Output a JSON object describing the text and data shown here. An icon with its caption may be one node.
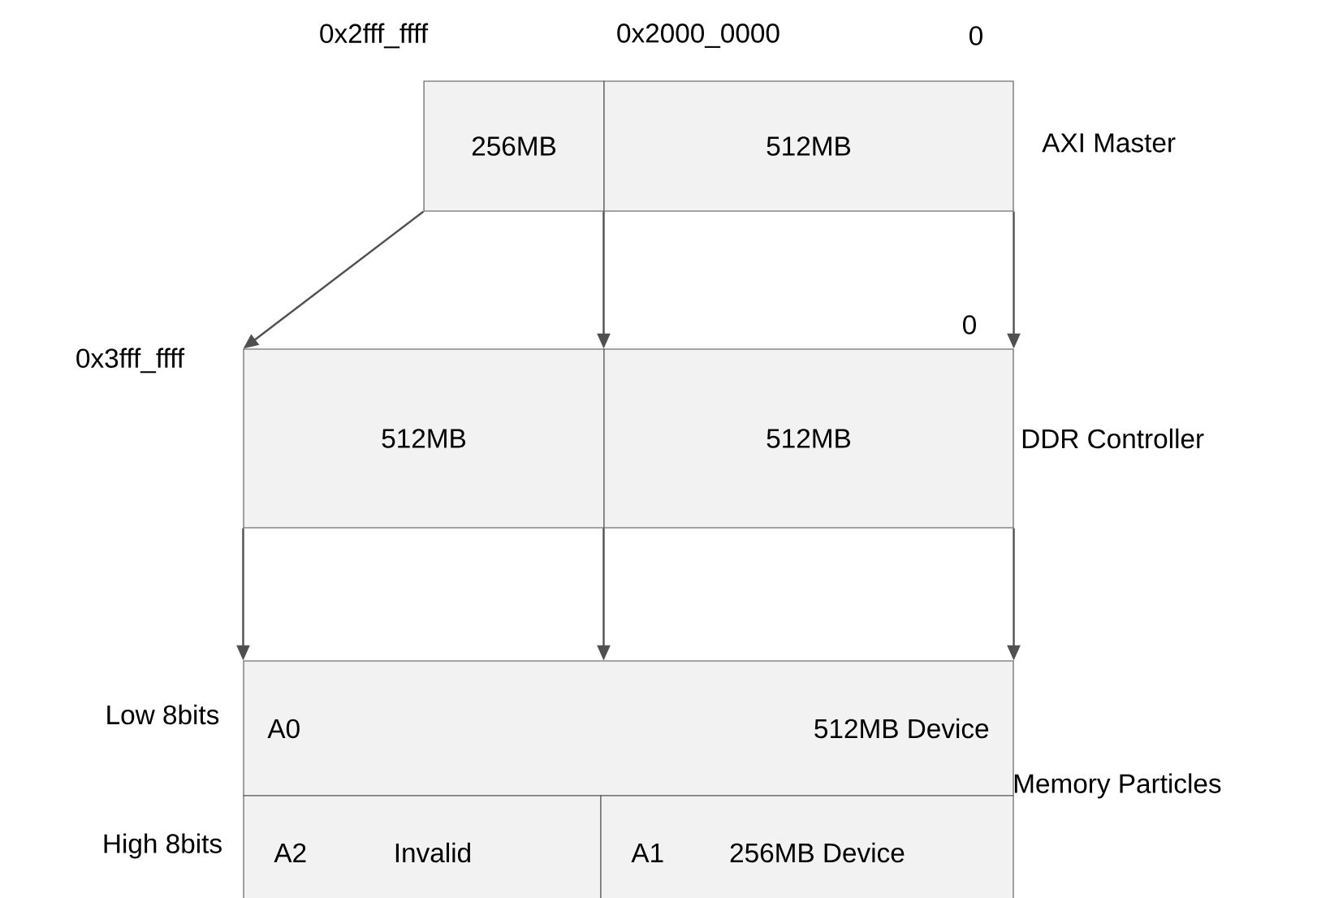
{
  "diagram": {
    "nodes": [
      {
        "text": [
          "256MB"
        ]
      },
      {
        "text": [
          "512MB"
        ]
      },
      {
        "text": [
          "512MB"
        ]
      },
      {
        "text": [
          "512MB"
        ]
      },
      {
        "text": [
          "A0",
          "512MB Device"
        ]
      },
      {
        "text": [
          "A2",
          "Invalid"
        ]
      },
      {
        "text": [
          "A1",
          "256MB Device"
        ]
      }
    ],
    "edges": [
      {
        "from": 0,
        "to": 2,
        "arrow": "to"
      },
      {
        "from": 1,
        "to": 3,
        "arrow": "to"
      },
      {
        "from": 1,
        "to": 3,
        "arrow": "to"
      },
      {
        "from": 2,
        "to": 4,
        "arrow": "to"
      },
      {
        "from": 3,
        "to": 4,
        "arrow": "to"
      },
      {
        "from": 3,
        "to": 4,
        "arrow": "to"
      }
    ],
    "labels": [
      "0x2fff_ffff",
      "0x2000_0000",
      "0",
      "AXI Master",
      "0",
      "0x3fff_ffff",
      "DDR Controller",
      "Low 8bits",
      "Memory Particles",
      "High 8bits"
    ]
  }
}
